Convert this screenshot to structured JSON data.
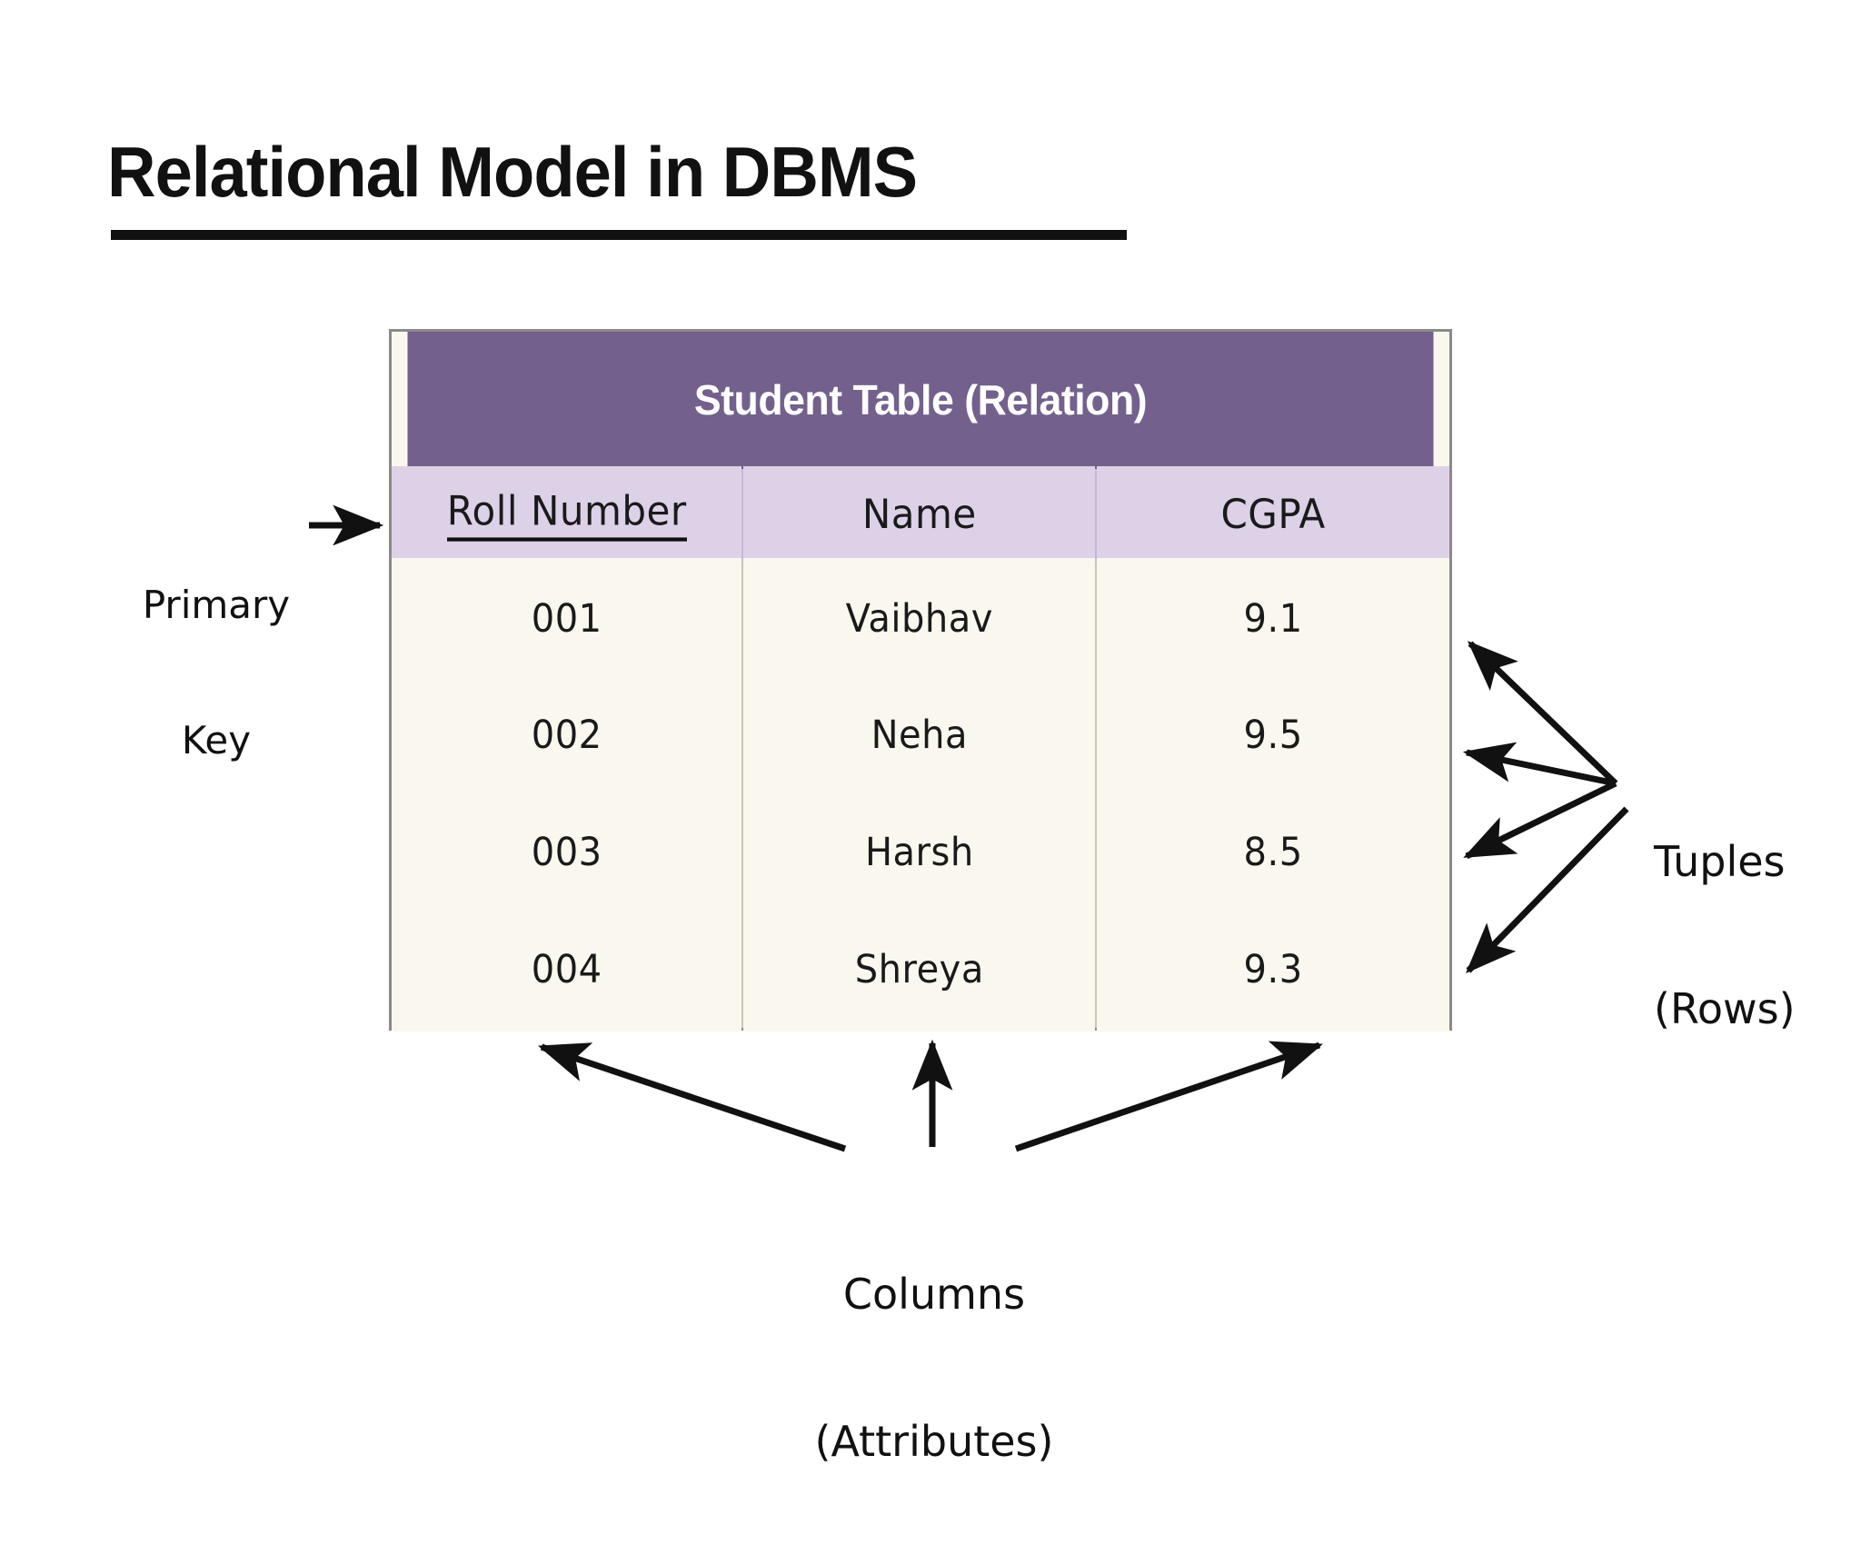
{
  "page": {
    "title": "Relational Model in DBMS",
    "background": "#ffffff"
  },
  "colors": {
    "relation_header_purple": "#73608c",
    "attribute_row_lavender": "#ddd1e8",
    "data_row_cream": "#faf8ee",
    "table_border_gray": "#8a8a8a",
    "text_black": "#111111",
    "header_text_white": "#ffffff"
  },
  "table": {
    "caption": "Student Table (Relation)",
    "columns": [
      "Roll Number",
      "Name",
      "CGPA"
    ],
    "primary_key_column": "Roll Number",
    "rows": [
      {
        "roll_number": "001",
        "name": "Vaibhav",
        "cgpa": "9.1"
      },
      {
        "roll_number": "002",
        "name": "Neha",
        "cgpa": "9.5"
      },
      {
        "roll_number": "003",
        "name": "Harsh",
        "cgpa": "8.5"
      },
      {
        "roll_number": "004",
        "name": "Shreya",
        "cgpa": "9.3"
      }
    ]
  },
  "annotations": {
    "primary_key": {
      "line1": "Primary",
      "line2": "Key"
    },
    "tuples": {
      "line1": "Tuples",
      "line2": "(Rows)"
    },
    "columns": {
      "line1": "Columns",
      "line2": "(Attributes)"
    }
  }
}
